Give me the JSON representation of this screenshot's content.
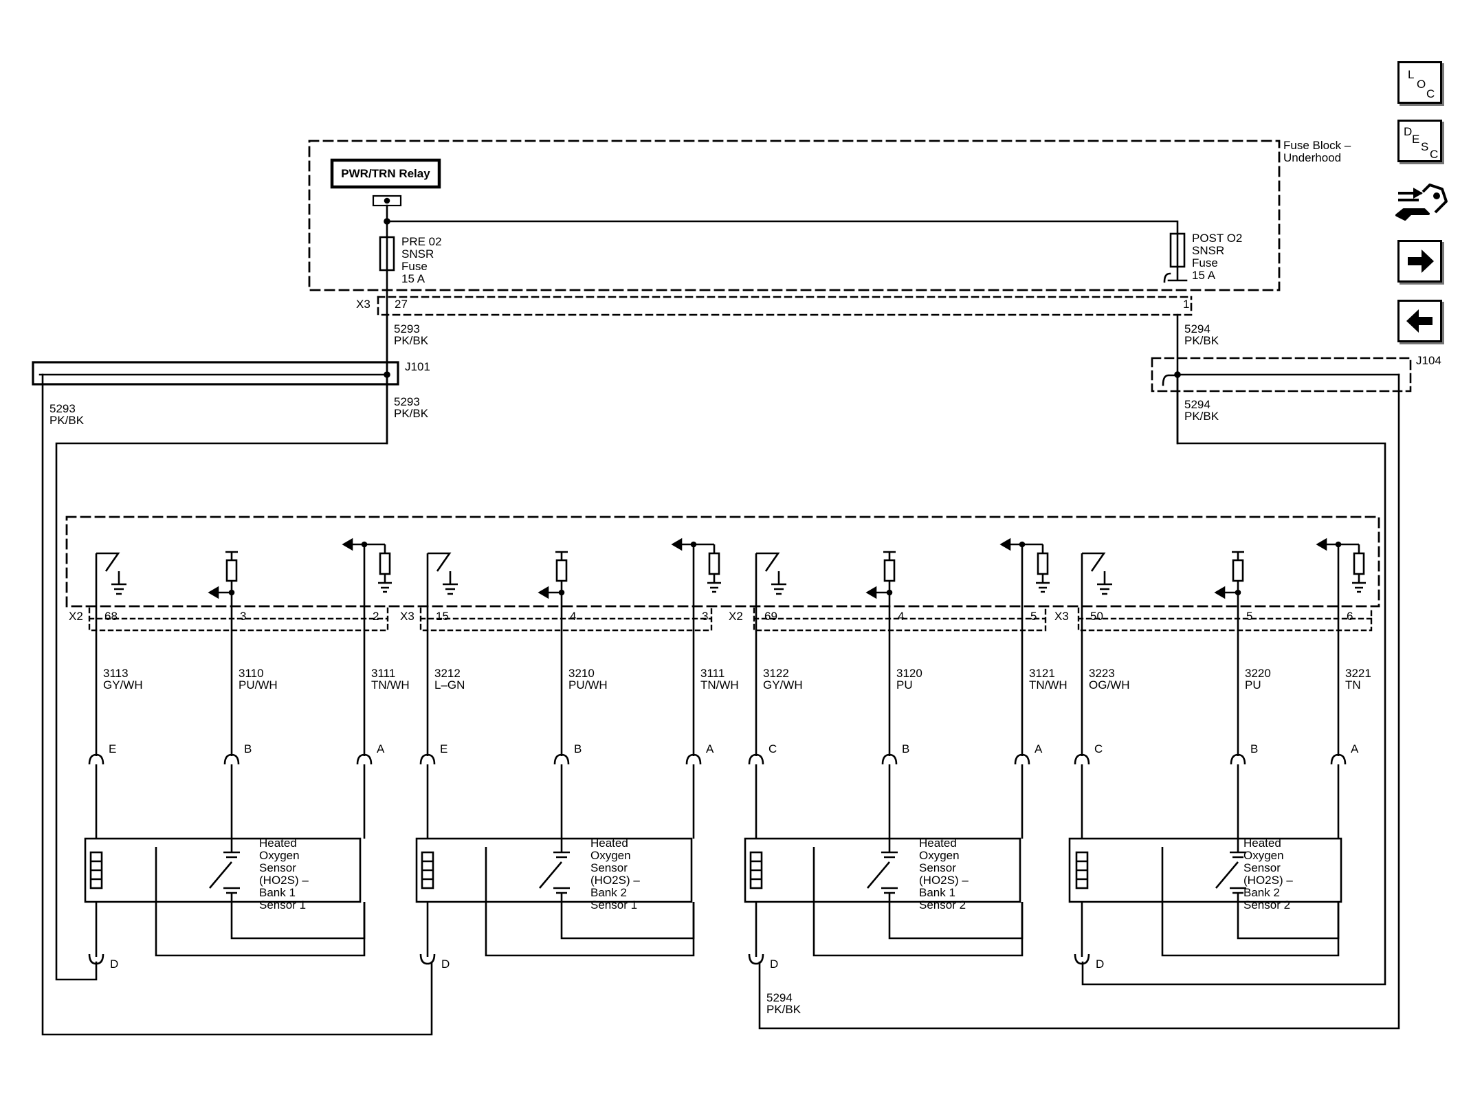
{
  "fuse_block": {
    "title_line1": "Fuse Block –",
    "title_line2": "Underhood"
  },
  "relay": {
    "label": "PWR/TRN Relay"
  },
  "fuses": [
    {
      "lines": [
        "PRE 02",
        "SNSR",
        "Fuse",
        "15 A"
      ]
    },
    {
      "lines": [
        "POST O2",
        "SNSR",
        "Fuse",
        "15 A"
      ]
    }
  ],
  "fuse_connector": {
    "name": "X3",
    "pins": [
      "27",
      "1"
    ]
  },
  "power_wires": [
    {
      "circuit": "5293",
      "color": "PK/BK"
    },
    {
      "circuit": "5294",
      "color": "PK/BK"
    }
  ],
  "splices": [
    "J101",
    "J104"
  ],
  "ecm_connectors": [
    {
      "name": "X2",
      "pins": [
        "68",
        "3",
        "2"
      ]
    },
    {
      "name": "X3",
      "pins": [
        "15",
        "4",
        "3"
      ]
    },
    {
      "name": "X2",
      "pins": [
        "69",
        "4",
        "5"
      ]
    },
    {
      "name": "X3",
      "pins": [
        "50",
        "5",
        "6"
      ]
    }
  ],
  "signal_wires": [
    {
      "circuit": "3113",
      "color": "GY/WH"
    },
    {
      "circuit": "3110",
      "color": "PU/WH"
    },
    {
      "circuit": "3111",
      "color": "TN/WH"
    },
    {
      "circuit": "3212",
      "color": "L–GN"
    },
    {
      "circuit": "3210",
      "color": "PU/WH"
    },
    {
      "circuit": "3111",
      "color": "TN/WH"
    },
    {
      "circuit": "3122",
      "color": "GY/WH"
    },
    {
      "circuit": "3120",
      "color": "PU"
    },
    {
      "circuit": "3121",
      "color": "TN/WH"
    },
    {
      "circuit": "3223",
      "color": "OG/WH"
    },
    {
      "circuit": "3220",
      "color": "PU"
    },
    {
      "circuit": "3221",
      "color": "TN"
    }
  ],
  "sensor_pins": [
    [
      "E",
      "B",
      "A"
    ],
    [
      "E",
      "B",
      "A"
    ],
    [
      "C",
      "B",
      "A"
    ],
    [
      "C",
      "B",
      "A"
    ]
  ],
  "sensor_power_pin": "D",
  "sensors": [
    {
      "lines": [
        "Heated",
        "Oxygen",
        "Sensor",
        "(HO2S)  –",
        "Bank 1",
        "Sensor 1"
      ]
    },
    {
      "lines": [
        "Heated",
        "Oxygen",
        "Sensor",
        "(HO2S)  –",
        "Bank 2",
        "Sensor 1"
      ]
    },
    {
      "lines": [
        "Heated",
        "Oxygen",
        "Sensor",
        "(HO2S)  –",
        "Bank 1",
        "Sensor 2"
      ]
    },
    {
      "lines": [
        "Heated",
        "Oxygen",
        "Sensor",
        "(HO2S)  –",
        "Bank 2",
        "Sensor 2"
      ]
    }
  ],
  "nav": {
    "loc": [
      "L",
      "O",
      "C"
    ],
    "desc": [
      "D",
      "E",
      "S",
      "C"
    ],
    "service_icon": "connector-tool-icon",
    "next_icon": "arrow-right-icon",
    "prev_icon": "arrow-left-icon"
  }
}
